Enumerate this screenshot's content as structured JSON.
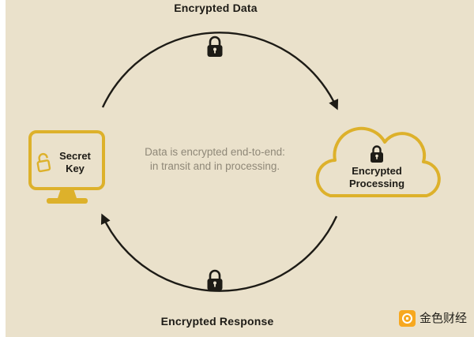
{
  "colors": {
    "background": "#eae1cb",
    "accent_yellow": "#ddb12b",
    "ink": "#1d1b16",
    "muted_text": "#8f8878",
    "watermark_orange": "#f7a81f"
  },
  "diagram": {
    "top_label": "Encrypted Data",
    "bottom_label": "Encrypted Response",
    "caption": {
      "line1": "Data is encrypted end-to-end:",
      "line2": "in transit and in processing."
    },
    "secret_key": {
      "line1": "Secret",
      "line2": "Key"
    },
    "encrypted_processing": {
      "line1": "Encrypted",
      "line2": "Processing"
    },
    "icons": {
      "top_arc": "lock-icon",
      "bottom_arc": "lock-icon",
      "left_node": "monitor-icon",
      "left_node_lock": "unlock-icon",
      "right_node": "cloud-icon",
      "right_node_lock": "lock-icon",
      "flow": "arrow-arc-icons"
    }
  },
  "watermark": {
    "text": "金色财经"
  }
}
